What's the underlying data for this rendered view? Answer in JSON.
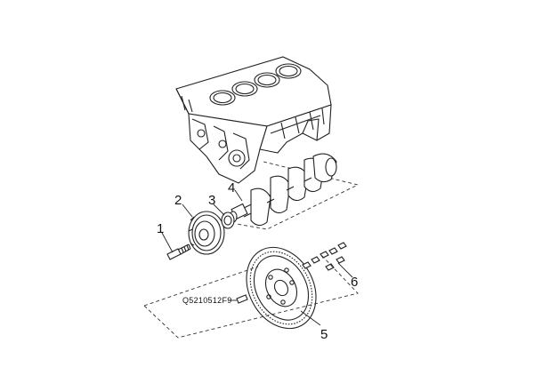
{
  "callouts": {
    "c1": "1",
    "c2": "2",
    "c3": "3",
    "c4": "4",
    "c5": "5",
    "c6": "6"
  },
  "part_code": "Q5210512F9",
  "colors": {
    "line": "#222222",
    "background": "#ffffff"
  },
  "parts": [
    "cylinder-block",
    "crankshaft",
    "pulley-bolt",
    "crankshaft-pulley",
    "oil-seal",
    "flywheel",
    "flywheel-bolts",
    "dowel-pin"
  ]
}
